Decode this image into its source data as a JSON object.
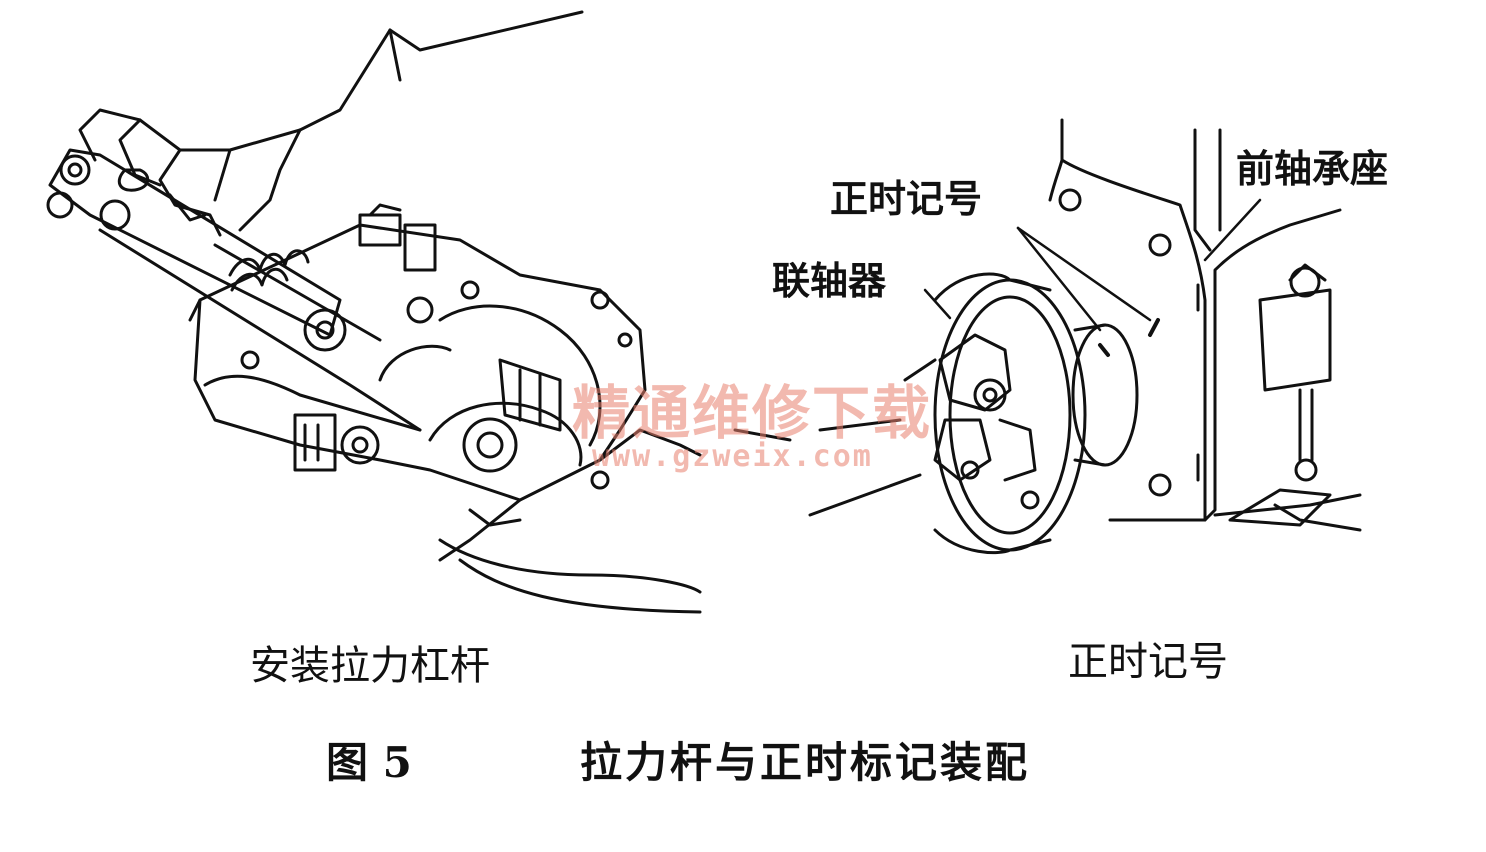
{
  "figure": {
    "number": "图 5",
    "title": "拉力杆与正时标记装配"
  },
  "left_panel": {
    "caption": "安装拉力杠杆"
  },
  "right_panel": {
    "caption": "正时记号",
    "callouts": {
      "timing_mark": "正时记号",
      "coupling": "联轴器",
      "front_bearing_seat": "前轴承座"
    }
  },
  "watermark": {
    "text": "精通维修下载",
    "url": "www.gzweix.com"
  }
}
